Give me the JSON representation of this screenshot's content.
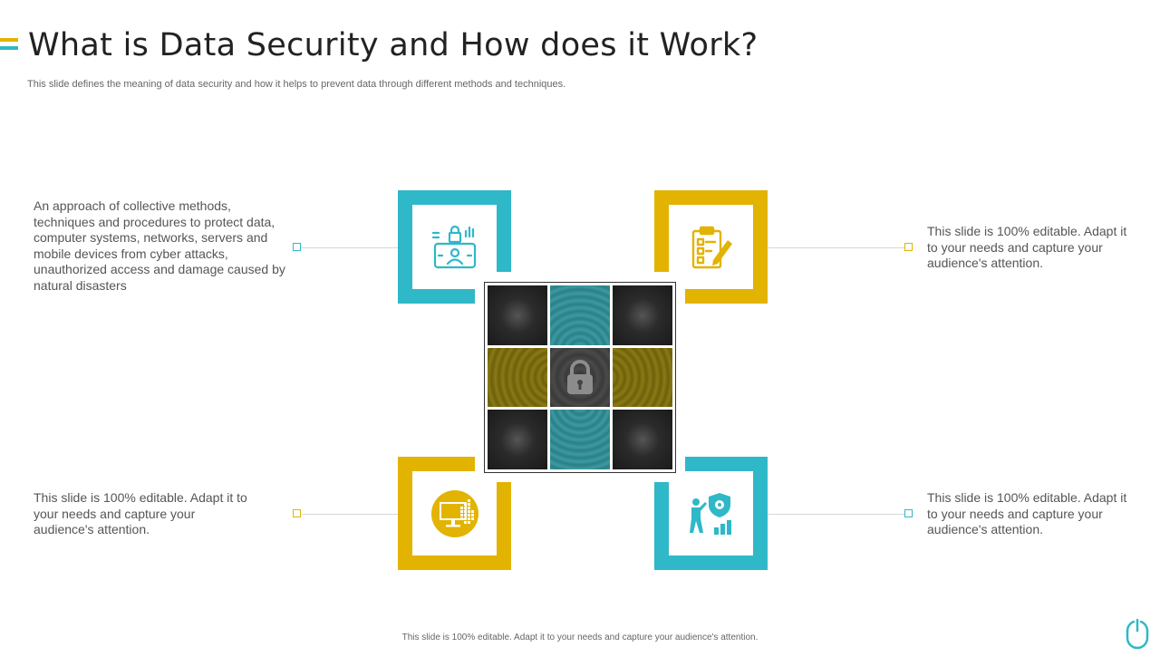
{
  "header": {
    "title": "What is Data Security and How does it Work?",
    "subtitle": "This slide defines the meaning of data security and how it helps to prevent data through different methods and techniques."
  },
  "descriptions": {
    "top_left": "An approach of collective methods, techniques and procedures to protect data, computer systems, networks, servers and mobile devices from cyber attacks, unauthorized access and damage caused by natural disasters",
    "top_right": "This slide is 100% editable. Adapt it to your needs and capture your audience's attention.",
    "bottom_left": "This slide is 100% editable. Adapt it to your needs and capture your audience's attention.",
    "bottom_right": "This slide is 100% editable. Adapt it to your needs and capture your audience's attention."
  },
  "icons": {
    "top_left": "user-lock-device-icon",
    "top_right": "clipboard-checklist-icon",
    "bottom_left": "monitor-chart-icon",
    "bottom_right": "person-shield-growth-icon",
    "center": "padlock-icon",
    "corner": "mouse-icon"
  },
  "colors": {
    "teal": "#2fb8c8",
    "gold": "#e2b300"
  },
  "footer": {
    "text": "This slide is 100% editable.  Adapt it to your needs and capture your audience's attention."
  }
}
